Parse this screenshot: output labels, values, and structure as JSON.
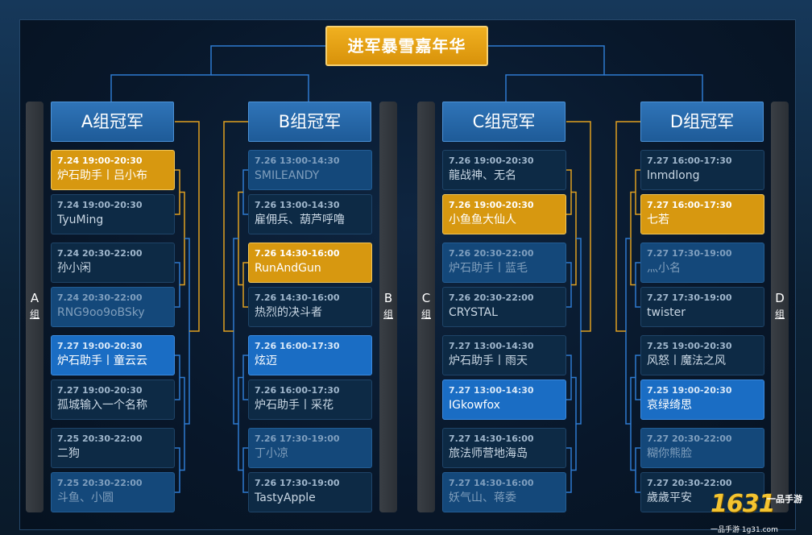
{
  "title": "进军暴雪嘉年华",
  "side_labels": {
    "A": {
      "letter": "A",
      "word": "组"
    },
    "B": {
      "letter": "B",
      "word": "组"
    },
    "C": {
      "letter": "C",
      "word": "组"
    },
    "D": {
      "letter": "D",
      "word": "组"
    }
  },
  "groups": [
    {
      "header": "A组冠军",
      "matches": [
        {
          "time": "7.24  19:00-20:30",
          "name": "炉石助手丨吕小布",
          "style": "gold"
        },
        {
          "time": "7.24  19:00-20:30",
          "name": "TyuMing",
          "style": "dark"
        },
        {
          "time": "7.24  20:30-22:00",
          "name": "孙小闲",
          "style": "dark"
        },
        {
          "time": "7.24  20:30-22:00",
          "name": "RNG9oo9oBSky",
          "style": "mid"
        },
        {
          "time": "7.27  19:00-20:30",
          "name": "炉石助手丨童云云",
          "style": "blue"
        },
        {
          "time": "7.27  19:00-20:30",
          "name": "孤城输入一个名称",
          "style": "dark"
        },
        {
          "time": "7.25  20:30-22:00",
          "name": "二狗",
          "style": "dark"
        },
        {
          "time": "7.25  20:30-22:00",
          "name": "斗鱼、小圆",
          "style": "mid"
        }
      ]
    },
    {
      "header": "B组冠军",
      "matches": [
        {
          "time": "7.26  13:00-14:30",
          "name": "SMILEANDY",
          "style": "mid"
        },
        {
          "time": "7.26  13:00-14:30",
          "name": "雇佣兵、葫芦呼噜",
          "style": "dark"
        },
        {
          "time": "7.26  14:30-16:00",
          "name": "RunAndGun",
          "style": "gold"
        },
        {
          "time": "7.26  14:30-16:00",
          "name": "热烈的决斗者",
          "style": "dark"
        },
        {
          "time": "7.26  16:00-17:30",
          "name": "炫迈",
          "style": "blue"
        },
        {
          "time": "7.26  16:00-17:30",
          "name": "炉石助手丨采花",
          "style": "dark"
        },
        {
          "time": "7.26  17:30-19:00",
          "name": "丁小凉",
          "style": "mid"
        },
        {
          "time": "7.26  17:30-19:00",
          "name": "TastyApple",
          "style": "dark"
        }
      ]
    },
    {
      "header": "C组冠军",
      "matches": [
        {
          "time": "7.26  19:00-20:30",
          "name": "龍战神、无名",
          "style": "dark"
        },
        {
          "time": "7.26  19:00-20:30",
          "name": "小鱼鱼大仙人",
          "style": "gold"
        },
        {
          "time": "7.26  20:30-22:00",
          "name": "炉石助手丨蓝毛",
          "style": "mid"
        },
        {
          "time": "7.26  20:30-22:00",
          "name": "CRYSTAL",
          "style": "dark"
        },
        {
          "time": "7.27  13:00-14:30",
          "name": "炉石助手丨雨天",
          "style": "dark"
        },
        {
          "time": "7.27  13:00-14:30",
          "name": "IGkowfox",
          "style": "blue"
        },
        {
          "time": "7.27  14:30-16:00",
          "name": "旅法师营地海岛",
          "style": "dark"
        },
        {
          "time": "7.27  14:30-16:00",
          "name": "妖气山、蒋委",
          "style": "mid"
        }
      ]
    },
    {
      "header": "D组冠军",
      "matches": [
        {
          "time": "7.27  16:00-17:30",
          "name": "lnmdlong",
          "style": "dark"
        },
        {
          "time": "7.27  16:00-17:30",
          "name": "七若",
          "style": "gold"
        },
        {
          "time": "7.27  17:30-19:00",
          "name": "灬小名",
          "style": "mid"
        },
        {
          "time": "7.27  17:30-19:00",
          "name": "twister",
          "style": "dark"
        },
        {
          "time": "7.25  19:00-20:30",
          "name": "风怒丨魔法之风",
          "style": "dark"
        },
        {
          "time": "7.25  19:00-20:30",
          "name": "哀绿绮思",
          "style": "blue"
        },
        {
          "time": "7.27  20:30-22:00",
          "name": "糊你熊脸",
          "style": "mid"
        },
        {
          "time": "7.27  20:30-22:00",
          "name": "歲歲平安",
          "style": "dark"
        }
      ]
    }
  ],
  "logo": {
    "main": "1631",
    "cn": "一品手游",
    "sub": "一品手游 1g31.com"
  },
  "colors": {
    "gold": "#d79810",
    "blue": "#1a6dc4",
    "mid": "#14487a",
    "dark": "#0d2a45",
    "connector_blue": "#2e7ad0",
    "connector_gold": "#e0a020"
  }
}
